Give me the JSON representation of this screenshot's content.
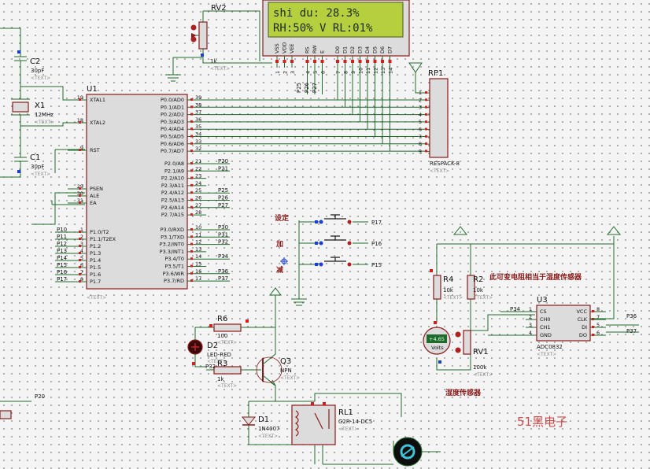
{
  "lcd": {
    "line1": "shi du:    28.3%",
    "line2": "RH:50%  V RL:01%",
    "pins": [
      "VSS",
      "VDD",
      "VEE",
      "RS",
      "RW",
      "E",
      "D0",
      "D1",
      "D2",
      "D3",
      "D4",
      "D5",
      "D6",
      "D7"
    ],
    "pin_numbers": [
      "1",
      "2",
      "3",
      "4",
      "5",
      "6",
      "7",
      "8",
      "9",
      "10",
      "11",
      "12",
      "13",
      "14"
    ]
  },
  "rv2": {
    "ref": "RV2",
    "value": "1k"
  },
  "c2": {
    "ref": "C2",
    "value": "30pF"
  },
  "c1": {
    "ref": "C1",
    "value": "30pF"
  },
  "x1": {
    "ref": "X1",
    "value": "12MHz"
  },
  "text_tag": "<TEXT>",
  "u1": {
    "ref": "U1",
    "left_pins": [
      {
        "num": "19",
        "name": "XTAL1"
      },
      {
        "num": "18",
        "name": "XTAL2"
      },
      {
        "num": "9",
        "name": "RST"
      },
      {
        "num": "29",
        "name": "PSEN"
      },
      {
        "num": "30",
        "name": "ALE"
      },
      {
        "num": "31",
        "name": "EA"
      },
      {
        "num": "1",
        "name": "P1.0/T2",
        "net": "P10"
      },
      {
        "num": "2",
        "name": "P1.1/T2EX",
        "net": "P11"
      },
      {
        "num": "3",
        "name": "P1.2",
        "net": "P12"
      },
      {
        "num": "4",
        "name": "P1.3",
        "net": "P13"
      },
      {
        "num": "5",
        "name": "P1.4",
        "net": "P14"
      },
      {
        "num": "6",
        "name": "P1.5",
        "net": "P15"
      },
      {
        "num": "7",
        "name": "P1.6",
        "net": "P16"
      },
      {
        "num": "8",
        "name": "P1.7",
        "net": "P17"
      }
    ],
    "right_pins": [
      {
        "num": "39",
        "name": "P0.0/AD0",
        "net": ""
      },
      {
        "num": "38",
        "name": "P0.1/AD1",
        "net": ""
      },
      {
        "num": "37",
        "name": "P0.2/AD2",
        "net": ""
      },
      {
        "num": "36",
        "name": "P0.3/AD3",
        "net": ""
      },
      {
        "num": "35",
        "name": "P0.4/AD4",
        "net": ""
      },
      {
        "num": "34",
        "name": "P0.5/AD5",
        "net": ""
      },
      {
        "num": "33",
        "name": "P0.6/AD6",
        "net": ""
      },
      {
        "num": "32",
        "name": "P0.7/AD7",
        "net": ""
      },
      {
        "num": "21",
        "name": "P2.0/A8",
        "net": "P20"
      },
      {
        "num": "22",
        "name": "P2.1/A9",
        "net": "P21"
      },
      {
        "num": "23",
        "name": "P2.2/A10",
        "net": ""
      },
      {
        "num": "24",
        "name": "P2.3/A11",
        "net": ""
      },
      {
        "num": "25",
        "name": "P2.4/A12",
        "net": "P25"
      },
      {
        "num": "26",
        "name": "P2.5/A13",
        "net": "P26"
      },
      {
        "num": "27",
        "name": "P2.6/A14",
        "net": "P27"
      },
      {
        "num": "28",
        "name": "P2.7/A15",
        "net": ""
      },
      {
        "num": "10",
        "name": "P3.0/RXD",
        "net": "P30"
      },
      {
        "num": "11",
        "name": "P3.1/TXD",
        "net": "P31"
      },
      {
        "num": "12",
        "name": "P3.2/INT0",
        "net": "P32"
      },
      {
        "num": "13",
        "name": "P3.3/INT1",
        "net": ""
      },
      {
        "num": "14",
        "name": "P3.4/T0",
        "net": "P34"
      },
      {
        "num": "15",
        "name": "P3.5/T1",
        "net": ""
      },
      {
        "num": "16",
        "name": "P3.6/WR",
        "net": "P36"
      },
      {
        "num": "17",
        "name": "P3.7/RD",
        "net": "P37"
      }
    ]
  },
  "rp1": {
    "ref": "RP1",
    "value": "RESPACK-8",
    "pins": [
      "1",
      "2",
      "3",
      "4",
      "5",
      "6",
      "7",
      "8",
      "9"
    ]
  },
  "lcd_nets": [
    "P25",
    "P26",
    "P27"
  ],
  "buttons": [
    {
      "label": "设定",
      "net": "P17"
    },
    {
      "label": "加",
      "net": "P16"
    },
    {
      "label": "减",
      "net": "P15"
    }
  ],
  "r6": {
    "ref": "R6",
    "value": "100"
  },
  "r3": {
    "ref": "R3",
    "value": "1k"
  },
  "r4": {
    "ref": "R4",
    "value": "10k"
  },
  "r2": {
    "ref": "R2",
    "value": "10k"
  },
  "d2": {
    "ref": "D2",
    "value": "LED-RED"
  },
  "q3": {
    "ref": "Q3",
    "value": "NPN"
  },
  "d1": {
    "ref": "D1",
    "value": "1N4007"
  },
  "rl1": {
    "ref": "RL1",
    "value": "G2R-14-DC5"
  },
  "rv1": {
    "ref": "RV1",
    "value": "100k"
  },
  "voltmeter": {
    "reading": "+4.65",
    "unit": "Volts"
  },
  "u3": {
    "ref": "U3",
    "value": "ADC0832",
    "left": [
      {
        "num": "1",
        "name": "CS"
      },
      {
        "num": "2",
        "name": "CH0"
      },
      {
        "num": "3",
        "name": "CH1"
      },
      {
        "num": "4",
        "name": "GND"
      }
    ],
    "right": [
      {
        "num": "8",
        "name": "VCC"
      },
      {
        "num": "7",
        "name": "CLK"
      },
      {
        "num": "5",
        "name": "DI"
      },
      {
        "num": "6",
        "name": "DO"
      }
    ]
  },
  "nets": {
    "p34": "P34",
    "p36": "P36",
    "p37": "P37",
    "p20": "P20",
    "p32": "P32"
  },
  "annotations": {
    "pot_note": "此可变电阻相当于湿度传感器",
    "sensor_note": "湿度传感器",
    "watermark": "51黑电子"
  },
  "colors": {
    "wire": "#1f6b2c",
    "body_fill": "#dcdcdc",
    "body_stroke": "#8b1a1a",
    "lcd_bg": "#b5cf3e",
    "watermark": "#d24a4a"
  }
}
